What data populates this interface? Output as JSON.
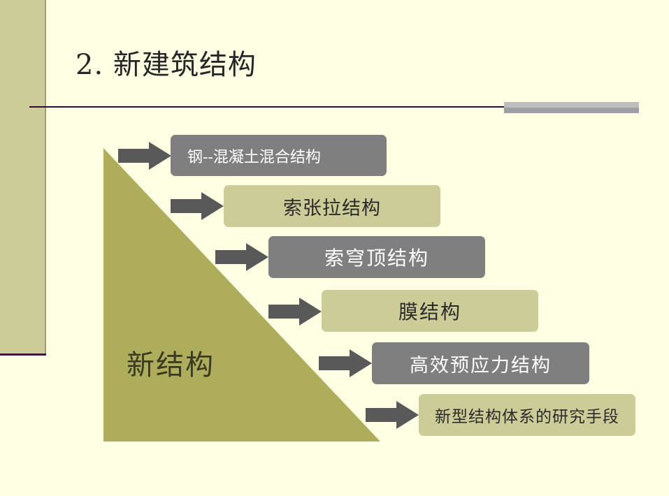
{
  "slide": {
    "title": "2. 新建筑结构",
    "triangle_label": "新结构",
    "colors": {
      "background": "#ffffe4",
      "sidebar": "#cccc99",
      "triangle": "#adad5c",
      "arrow": "#595959",
      "box_gray": "#7f7f7f",
      "box_olive": "#cccc99",
      "rule": "#2e0f23"
    },
    "items": [
      {
        "label": "钢--混凝土混合结构",
        "style": "gray"
      },
      {
        "label": "索张拉结构",
        "style": "olive"
      },
      {
        "label": "索穹顶结构",
        "style": "gray"
      },
      {
        "label": "膜结构",
        "style": "olive"
      },
      {
        "label": "高效预应力结构",
        "style": "gray"
      },
      {
        "label": "新型结构体系的研究手段",
        "style": "olive"
      }
    ]
  }
}
